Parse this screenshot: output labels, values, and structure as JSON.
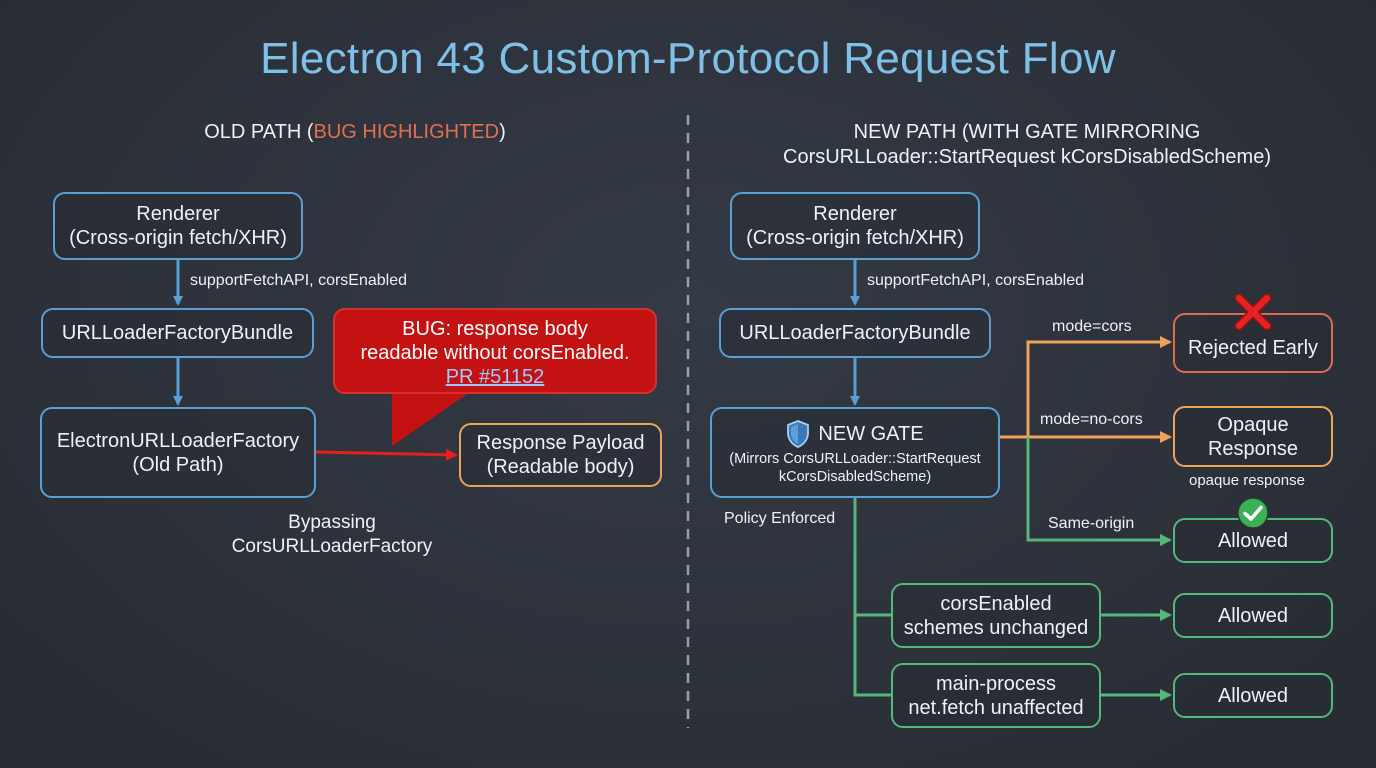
{
  "title": "Electron 43 Custom-Protocol Request Flow",
  "colors": {
    "background": "#2c313a",
    "title": "#7fc0e6",
    "blue_box": "#5a9fd4",
    "orange_box": "#eea25a",
    "red_box": "#e06a4f",
    "green_box": "#56b77a",
    "bug_fill": "#c41212",
    "bug_arrow": "#e51e1e"
  },
  "old_path": {
    "heading_prefix": "OLD PATH (",
    "heading_highlight": "BUG HIGHLIGHTED",
    "heading_suffix": ")",
    "renderer": {
      "line1": "Renderer",
      "line2": "(Cross-origin fetch/XHR)"
    },
    "edge_label": "supportFetchAPI, corsEnabled",
    "bundle": "URLLoaderFactoryBundle",
    "factory": {
      "line1": "ElectronURLLoaderFactory",
      "line2": "(Old Path)"
    },
    "payload": {
      "line1": "Response Payload",
      "line2": "(Readable body)"
    },
    "bypass": {
      "line1": "Bypassing",
      "line2": "CorsURLLoaderFactory"
    },
    "bug": {
      "line1": "BUG: response body",
      "line2": "readable without corsEnabled.",
      "link": "PR #51152"
    }
  },
  "new_path": {
    "heading_line1": "NEW PATH (WITH GATE MIRRORING",
    "heading_line2": "CorsURLLoader::StartRequest kCorsDisabledScheme)",
    "renderer": {
      "line1": "Renderer",
      "line2": "(Cross-origin fetch/XHR)"
    },
    "edge_label": "supportFetchAPI, corsEnabled",
    "bundle": "URLLoaderFactoryBundle",
    "gate": {
      "title": "NEW GATE",
      "line1": "(Mirrors CorsURLLoader::StartRequest",
      "line2": "kCorsDisabledScheme)"
    },
    "policy_label": "Policy Enforced",
    "branches": {
      "cors": {
        "label": "mode=cors",
        "result": "Rejected Early"
      },
      "no_cors": {
        "label": "mode=no-cors",
        "result_line1": "Opaque",
        "result_line2": "Response",
        "note": "opaque response"
      },
      "same_origin": {
        "label": "Same-origin",
        "result": "Allowed"
      },
      "cors_enabled": {
        "line1": "corsEnabled",
        "line2": "schemes unchanged",
        "result": "Allowed"
      },
      "main_process": {
        "line1": "main-process",
        "line2": "net.fetch unaffected",
        "result": "Allowed"
      }
    }
  },
  "icons": {
    "rejected": "red-x-icon",
    "allowed": "green-check-icon",
    "gate": "shield-icon"
  }
}
